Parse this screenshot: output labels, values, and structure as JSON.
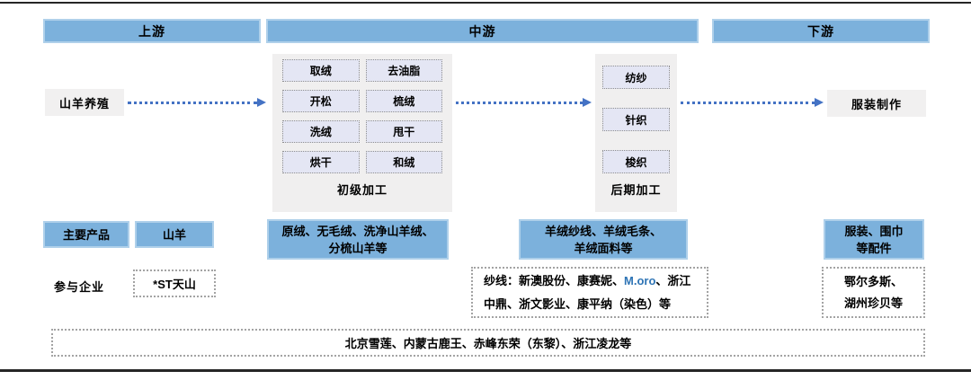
{
  "colors": {
    "header_blue": "#7CB1DC",
    "lavender_box": "#E4E6F4",
    "container_gray": "#F0EFEF",
    "arrow_blue": "#4472C4",
    "highlight_blue": "#2E74B5"
  },
  "headers": {
    "upstream": "上游",
    "midstream": "中游",
    "downstream": "下游"
  },
  "flow": {
    "goat_farming": "山羊养殖",
    "primary": {
      "label": "初级加工",
      "steps": [
        "取绒",
        "去油脂",
        "开松",
        "梳绒",
        "洗绒",
        "甩干",
        "烘干",
        "和绒"
      ]
    },
    "late": {
      "label": "后期加工",
      "steps": [
        "纺纱",
        "针织",
        "梭织"
      ]
    },
    "garment": "服装制作"
  },
  "products": {
    "row_label": "主要产品",
    "upstream": "山羊",
    "midstream_primary_line1": "原绒、无毛绒、洗净山羊绒、",
    "midstream_primary_line2": "分梳山羊等",
    "midstream_late_line1": "羊绒纱线、羊绒毛条、",
    "midstream_late_line2": "羊绒面料等",
    "downstream_line1": "服装、围巾",
    "downstream_line2": "等配件"
  },
  "enterprises": {
    "row_label": "参与企业",
    "upstream": "*ST天山",
    "midstream_yarn_prefix": "纱线：新澳股份、康赛妮、",
    "midstream_yarn_highlight": "M.oro",
    "midstream_yarn_suffix": "、浙江中鼎、浙文影业、康平纳（染色）等",
    "downstream_line1": "鄂尔多斯、",
    "downstream_line2": "湖州珍贝等",
    "shared": "北京雪莲、内蒙古鹿王、赤峰东荣（东黎）、浙江凌龙等"
  }
}
